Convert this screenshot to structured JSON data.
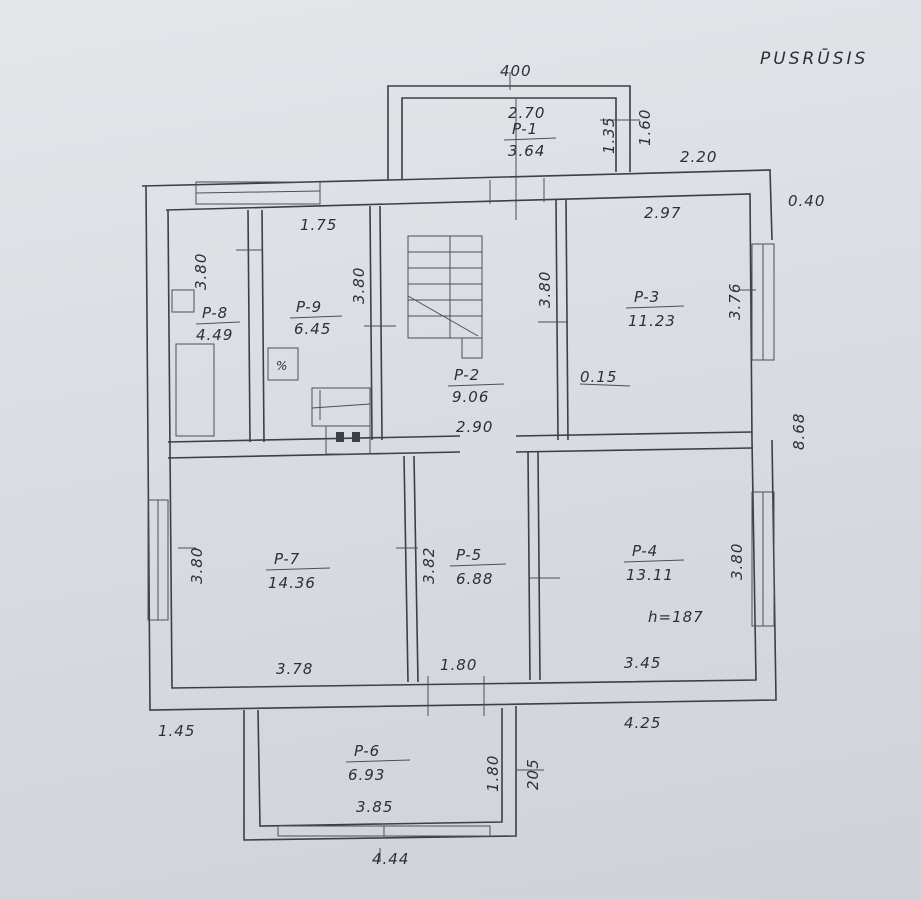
{
  "title": "PUSRŪSIS",
  "rooms": {
    "p1": {
      "name": "P-1",
      "area": "3.64",
      "width": "2.70",
      "depth": "1.35"
    },
    "p2": {
      "name": "P-2",
      "area": "9.06",
      "width": "2.90"
    },
    "p3": {
      "name": "P-3",
      "area": "11.23",
      "width": "2.97",
      "depth": "3.76",
      "extra": "0.15"
    },
    "p4": {
      "name": "P-4",
      "area": "13.11",
      "width": "3.45",
      "depth": "3.80",
      "height": "h=187"
    },
    "p5": {
      "name": "P-5",
      "area": "6.88",
      "width": "1.80",
      "depth": "3.82"
    },
    "p6": {
      "name": "P-6",
      "area": "6.93",
      "width": "3.85",
      "depth": "1.80"
    },
    "p7": {
      "name": "P-7",
      "area": "14.36",
      "width": "3.78",
      "depth": "3.80"
    },
    "p8": {
      "name": "P-8",
      "area": "4.49",
      "depth": "3.80"
    },
    "p9": {
      "name": "P-9",
      "area": "6.45",
      "width": "1.75",
      "depth": "3.80"
    }
  },
  "dims": {
    "balcony_top_width": "400",
    "balcony_top_depth": "1.60",
    "top_right_offset": "2.20",
    "right_wall": "0.40",
    "p2_depth": "3.80",
    "total_depth": "8.68",
    "bottom_left": "1.45",
    "bottom_right": "4.25",
    "p6_outer_depth": "205",
    "p6_outer_width": "4.44"
  }
}
